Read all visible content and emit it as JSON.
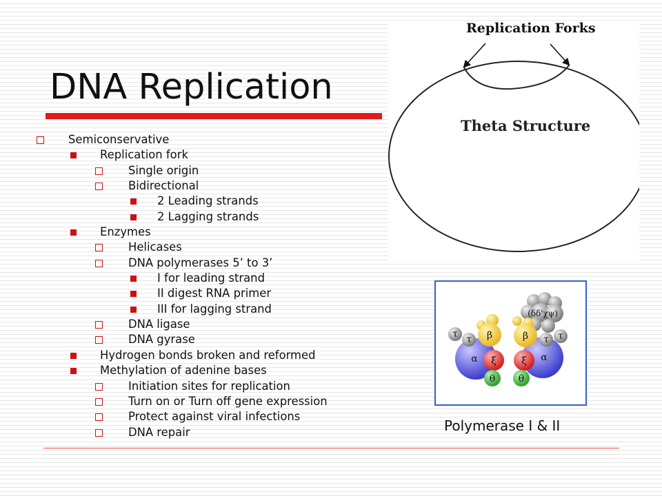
{
  "slide": {
    "title": "DNA Replication",
    "accent_color": "#e11b1b",
    "bullets": [
      {
        "level": 1,
        "marker": "box",
        "text": "Semiconservative"
      },
      {
        "level": 2,
        "marker": "square",
        "text": "Replication fork"
      },
      {
        "level": 3,
        "marker": "box",
        "text": "Single origin"
      },
      {
        "level": 3,
        "marker": "box",
        "text": "Bidirectional"
      },
      {
        "level": 4,
        "marker": "square",
        "text": "2 Leading strands"
      },
      {
        "level": 4,
        "marker": "square",
        "text": "2 Lagging strands"
      },
      {
        "level": 2,
        "marker": "square",
        "text": "Enzymes"
      },
      {
        "level": 3,
        "marker": "box",
        "text": "Helicases"
      },
      {
        "level": 3,
        "marker": "box",
        "text": "DNA polymerases 5’ to 3’"
      },
      {
        "level": 4,
        "marker": "square",
        "text": "I for leading strand"
      },
      {
        "level": 4,
        "marker": "square",
        "text": "II digest RNA primer"
      },
      {
        "level": 4,
        "marker": "square",
        "text": "III for lagging strand"
      },
      {
        "level": 3,
        "marker": "box",
        "text": "DNA ligase"
      },
      {
        "level": 3,
        "marker": "box",
        "text": "DNA gyrase"
      },
      {
        "level": 2,
        "marker": "square",
        "text": "Hydrogen bonds broken and reformed"
      },
      {
        "level": 2,
        "marker": "square",
        "text": "Methylation of adenine bases"
      },
      {
        "level": 3,
        "marker": "box",
        "text": "Initiation sites for replication"
      },
      {
        "level": 3,
        "marker": "box",
        "text": "Turn on or Turn off gene expression"
      },
      {
        "level": 3,
        "marker": "box",
        "text": "Protect against viral infections"
      },
      {
        "level": 3,
        "marker": "box",
        "text": "DNA repair"
      }
    ]
  },
  "theta_figure": {
    "fork_label": "Replication Forks",
    "structure_label": "Theta Structure"
  },
  "polymerase_figure": {
    "caption": "Polymerase I & II",
    "subunits": {
      "tau": "τ",
      "beta": "β",
      "alpha": "α",
      "xi": "ξ",
      "theta": "θ",
      "complex": "(δδ'χψ)"
    }
  }
}
